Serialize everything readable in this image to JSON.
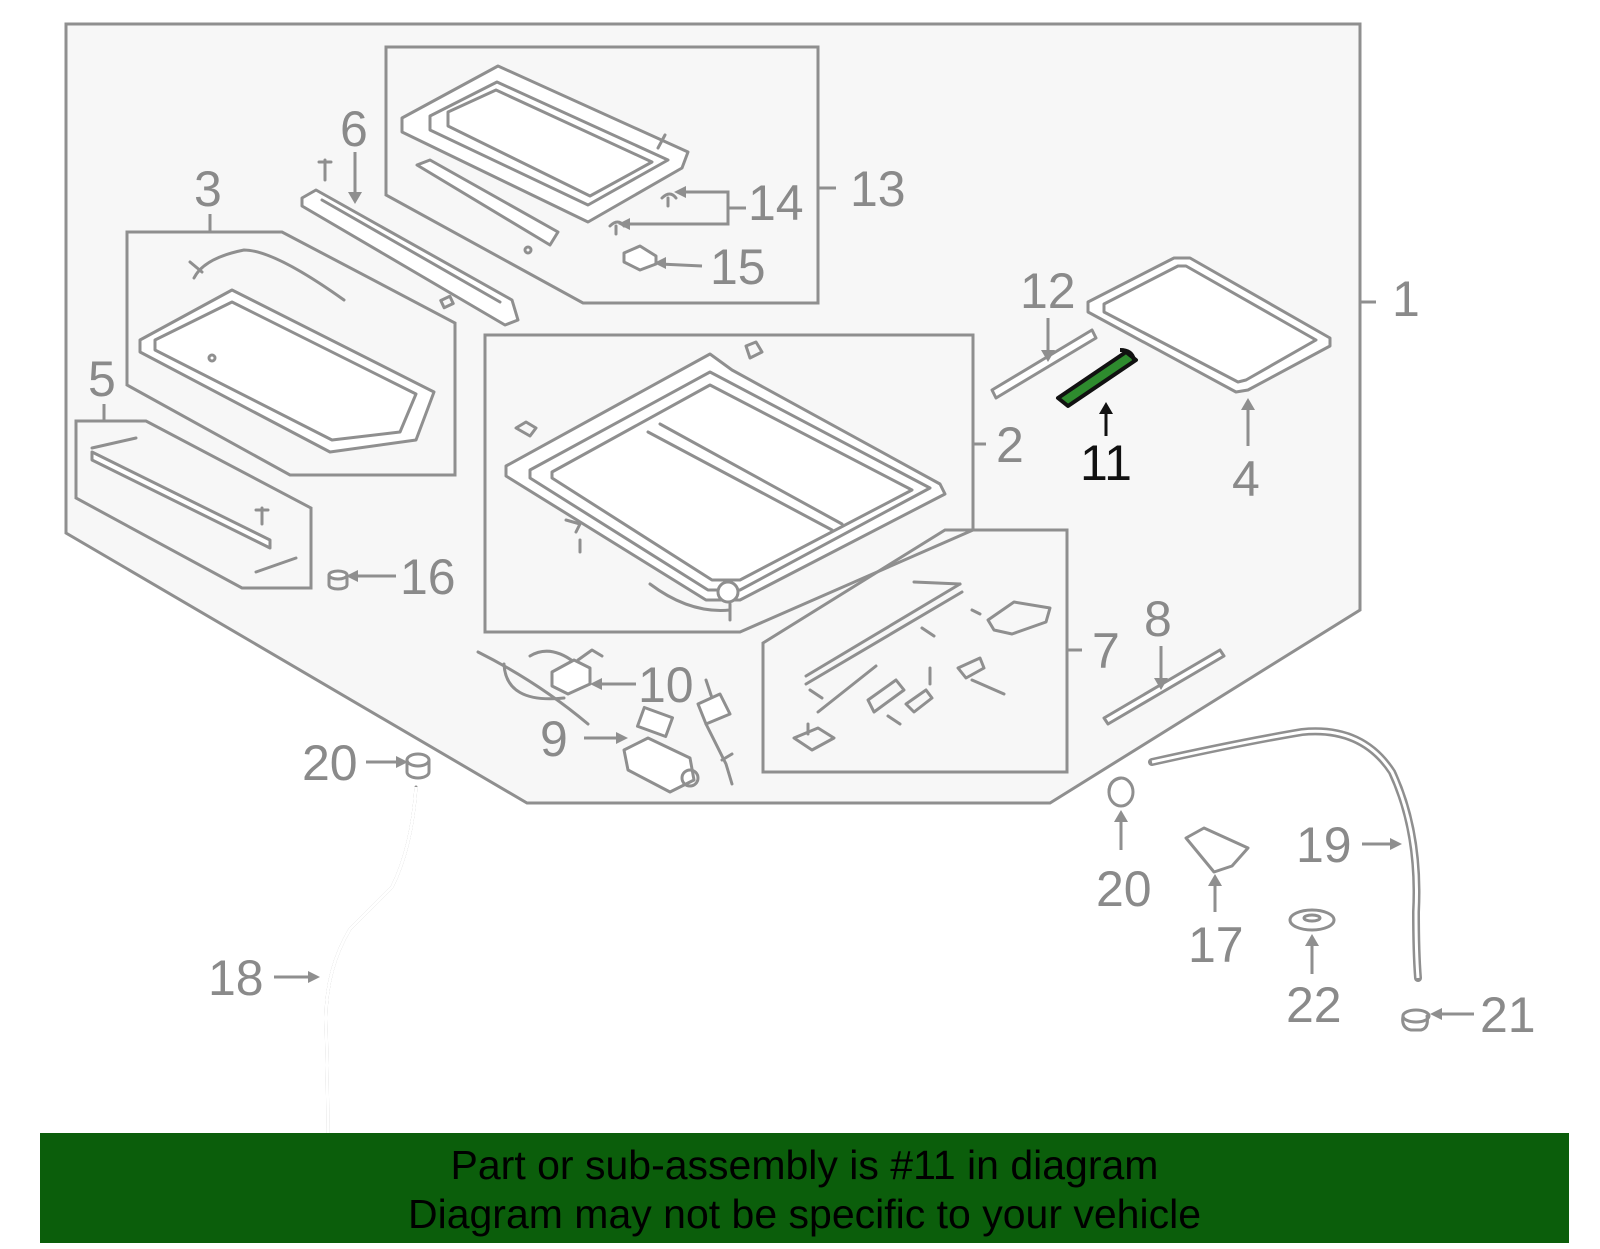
{
  "diagram": {
    "highlighted_part": "11",
    "colors": {
      "line": "#8f8f8f",
      "highlight_part": "#2e8b2e",
      "highlight_label": "#111111",
      "banner_background": "#0b5e0b",
      "panel_background": "#f7f7f7"
    },
    "callouts": {
      "c1": "1",
      "c2": "2",
      "c3": "3",
      "c4": "4",
      "c5": "5",
      "c6": "6",
      "c7": "7",
      "c8": "8",
      "c9": "9",
      "c10": "10",
      "c11": "11",
      "c12": "12",
      "c13": "13",
      "c14": "14",
      "c15": "15",
      "c16": "16",
      "c17": "17",
      "c18": "18",
      "c19": "19",
      "c20a": "20",
      "c20b": "20",
      "c21": "21",
      "c22": "22"
    }
  },
  "banner": {
    "line1": "Part or sub-assembly is #11 in diagram",
    "line2": "Diagram may not be specific to your vehicle"
  }
}
